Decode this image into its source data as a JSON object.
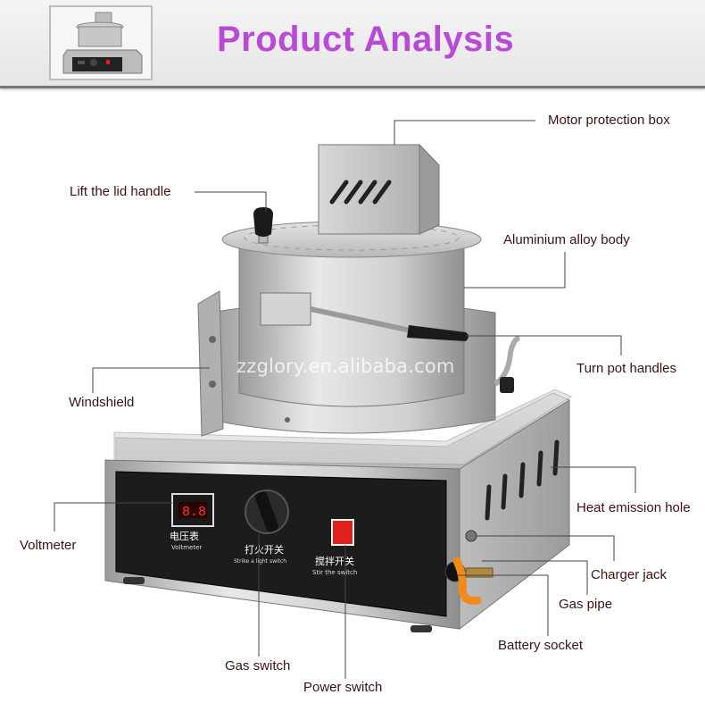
{
  "header": {
    "title": "Product Analysis"
  },
  "watermark": "zzglory.en.alibaba.com",
  "control_panel": {
    "voltmeter_label": "电压表",
    "voltmeter_sub": "Voltmeter",
    "gas_switch_label": "打火开关",
    "gas_switch_sub": "Strike a light switch",
    "power_switch_label": "搅拌开关",
    "power_switch_sub": "Stir the switch"
  },
  "callouts": {
    "motor_protection_box": "Motor protection box",
    "lift_lid_handle": "Lift the lid handle",
    "aluminium_body": "Aluminium alloy body",
    "turn_pot_handles": "Turn pot handles",
    "windshield": "Windshield",
    "heat_emission_hole": "Heat emission hole",
    "voltmeter": "Voltmeter",
    "charger_jack": "Charger jack",
    "gas_pipe": "Gas pipe",
    "battery_socket": "Battery socket",
    "gas_switch": "Gas switch",
    "power_switch": "Power switch"
  },
  "colors": {
    "title": "#b84ad6",
    "callout_text": "#3b1212",
    "leader_line": "#444444",
    "panel": "#1c1c1c",
    "steel": "#c8c8c8",
    "switch_red": "#e0201a"
  }
}
